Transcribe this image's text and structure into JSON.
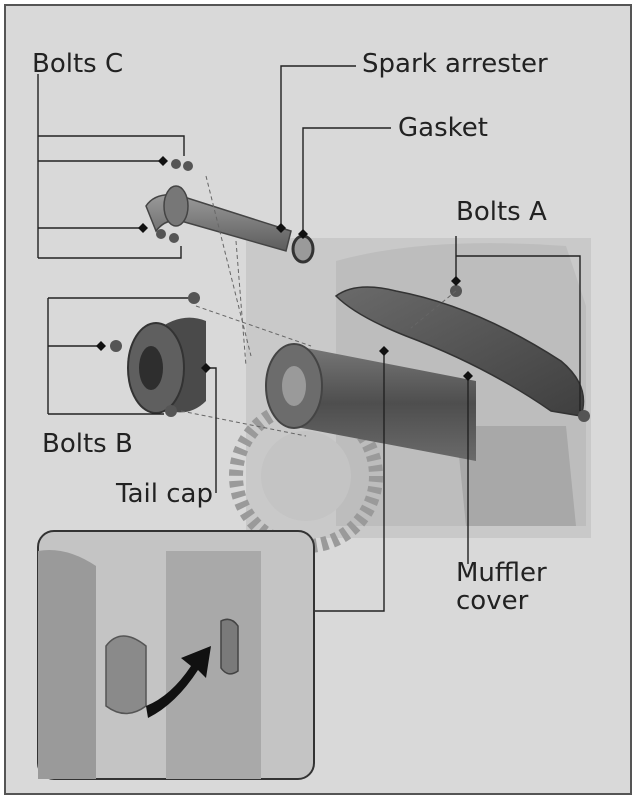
{
  "labels": {
    "bolts_c": "Bolts C",
    "spark_arrester": "Spark arrester",
    "gasket": "Gasket",
    "bolts_a": "Bolts A",
    "bolts_b": "Bolts B",
    "tail_cap": "Tail cap",
    "muffler_cover_line1": "Muffler",
    "muffler_cover_line2": "cover"
  },
  "colors": {
    "background": "#d9d9d9",
    "leader_line": "#222222",
    "part_dark": "#5a5a5a",
    "part_mid": "#8a8a8a",
    "part_light": "#bdbdbd"
  }
}
